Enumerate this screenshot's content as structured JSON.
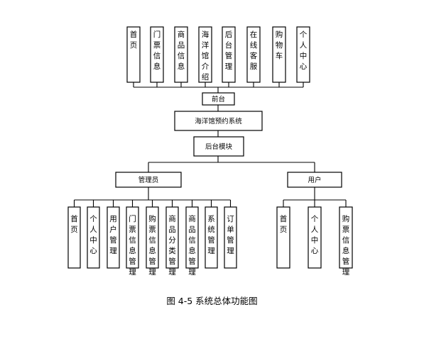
{
  "frontend": {
    "label": "前台",
    "modules": [
      "首页",
      "门票信息",
      "商品信息",
      "海洋馆介绍",
      "后台管理",
      "在线客服",
      "购物车",
      "个人中心"
    ]
  },
  "system": {
    "label": "海洋馆预约系统"
  },
  "backend": {
    "label": "后台模块"
  },
  "admin": {
    "label": "管理员",
    "modules": [
      "首页",
      "个人中心",
      "用户管理",
      "门票信息管理",
      "购票信息管理",
      "商品分类管理",
      "商品信息管理",
      "系统管理",
      "订单管理"
    ]
  },
  "user": {
    "label": "用户",
    "modules": [
      "首页",
      "个人中心",
      "购票信息管理"
    ]
  },
  "caption": "图 4-5 系统总体功能图"
}
